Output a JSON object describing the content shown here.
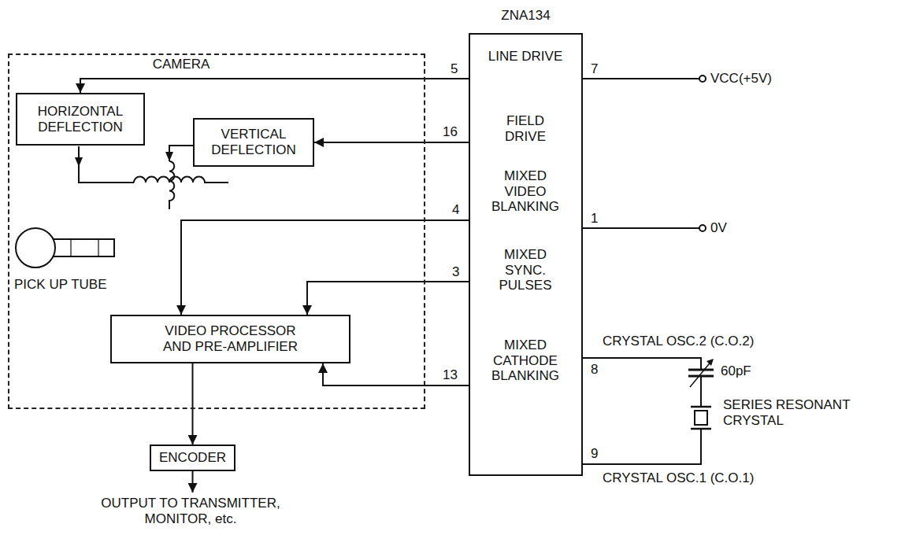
{
  "diagram": {
    "nodes": [
      {
        "text": [
          "CAMERA"
        ]
      },
      {
        "text": [
          "HORIZONTAL DEFLECTION"
        ],
        "in": 0
      },
      {
        "text": [
          "VERTICAL DEFLECTION"
        ],
        "in": 0
      },
      {
        "text": [
          "VIDEO PROCESSOR AND PRE-AMPLIFIER"
        ],
        "in": 0
      },
      {
        "text": [
          "ZNA134",
          "LINE DRIVE",
          "FIELD DRIVE",
          "MIXED VIDEO BLANKING",
          "MIXED SYNC. PULSES",
          "MIXED CATHODE BLANKING"
        ]
      },
      {
        "text": [
          "ENCODER"
        ]
      }
    ],
    "edges": [
      {
        "from": 4,
        "to": 1,
        "arrow": "to"
      },
      {
        "from": 4,
        "to": 2,
        "arrow": "to"
      },
      {
        "from": 4,
        "to": 3,
        "arrow": "to"
      },
      {
        "from": 4,
        "to": 3,
        "arrow": "to"
      },
      {
        "from": 4,
        "to": 3,
        "arrow": "to"
      },
      {
        "from": 3,
        "to": 5,
        "arrow": "to"
      }
    ],
    "labels": [
      "PICK UP TUBE",
      "5",
      "16",
      "4",
      "3",
      "13",
      "7",
      "VCC(+5V)",
      "1",
      "0V",
      "CRYSTAL OSC.2 (C.O.2)",
      "8",
      "60pF",
      "SERIES RESONANT CRYSTAL",
      "9",
      "CRYSTAL OSC.1 (C.O.1)",
      "OUTPUT TO TRANSMITTER, MONITOR, etc."
    ]
  }
}
